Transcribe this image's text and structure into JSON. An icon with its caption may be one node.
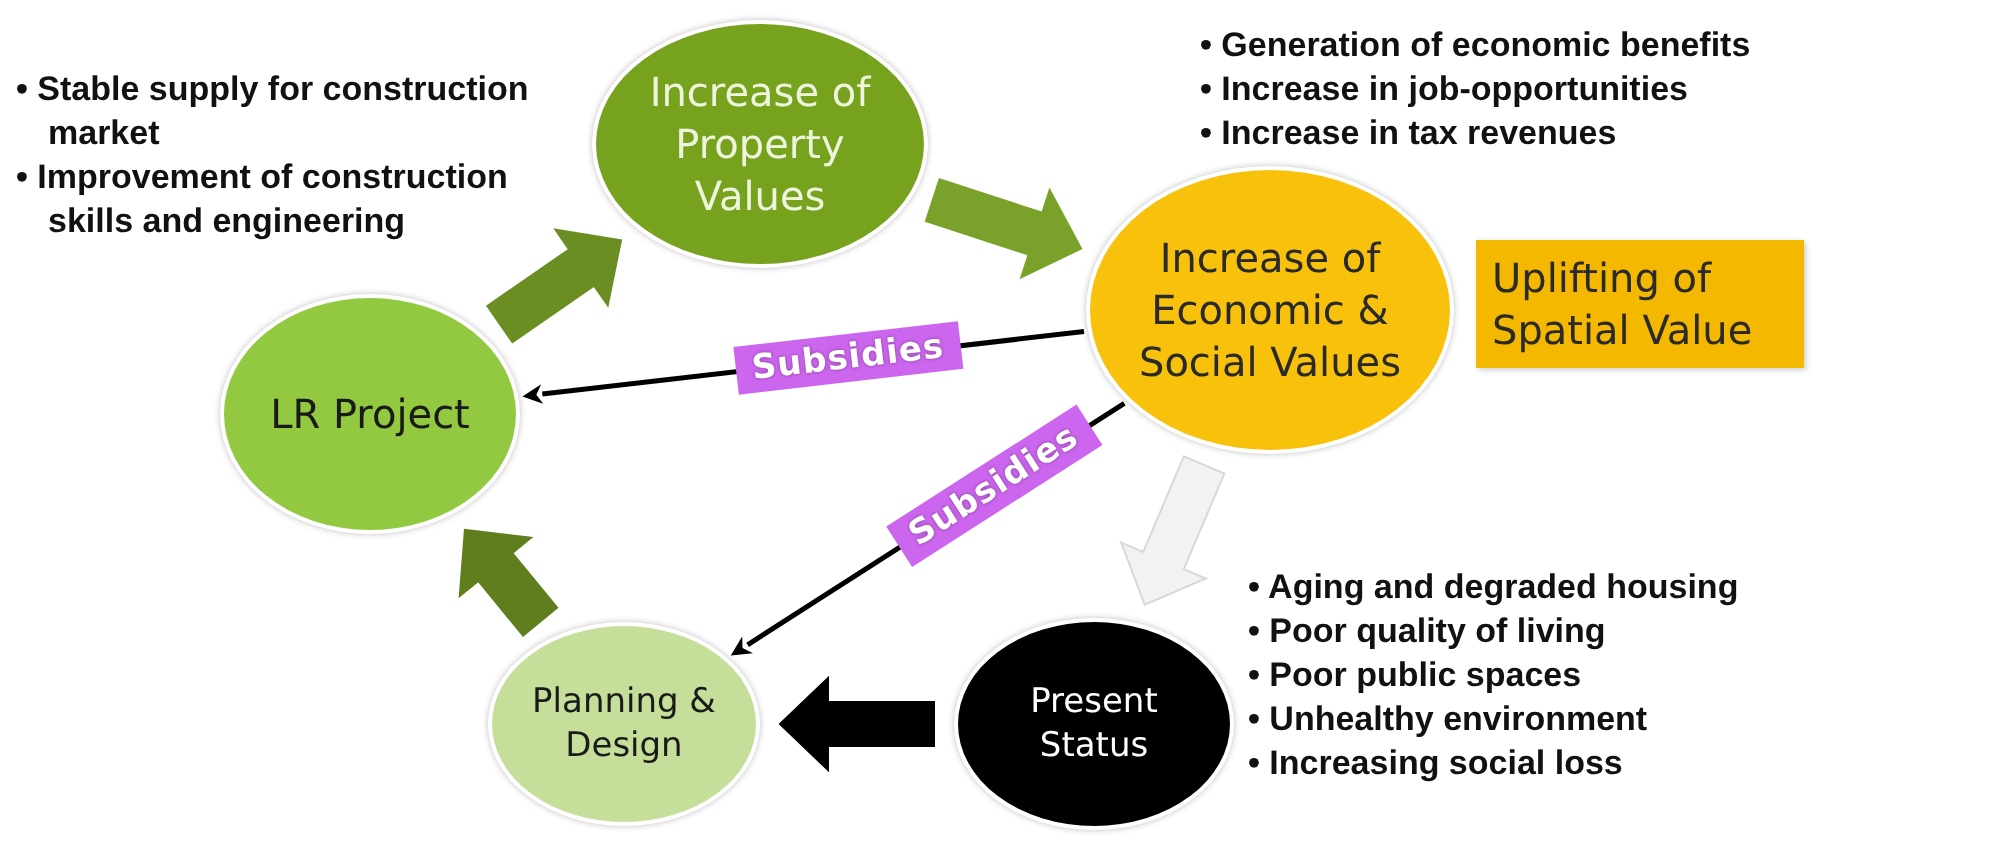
{
  "diagram": {
    "nodes": [
      {
        "text": [
          "LR Project"
        ],
        "beside": [
          "• Stable supply for construction market",
          "• Improvement of construction skills and engineering"
        ]
      },
      {
        "text": [
          "Increase of Property Values"
        ]
      },
      {
        "text": [
          "Increase of Economic & Social Values"
        ],
        "beside": [
          "• Generation of economic benefits",
          "• Increase in job-opportunities",
          "• Increase in tax revenues"
        ]
      },
      {
        "text": [
          "Uplifting of Spatial Value"
        ]
      },
      {
        "text": [
          "Planning & Design"
        ]
      },
      {
        "text": [
          "Present Status"
        ],
        "beside": [
          "• Aging and degraded housing",
          "• Poor quality of living",
          "• Poor public spaces",
          "• Unhealthy environment",
          "• Increasing social loss"
        ]
      }
    ],
    "edges": [
      {
        "from": 0,
        "to": 1,
        "arrow": "to",
        "style": "thick",
        "color": "#6b8e23"
      },
      {
        "from": 1,
        "to": 2,
        "arrow": "to",
        "style": "thick",
        "color": "#7aa22a"
      },
      {
        "from": 2,
        "to": 0,
        "arrow": "to",
        "label": "Subsidies"
      },
      {
        "from": 2,
        "to": 4,
        "arrow": "to",
        "label": "Subsidies"
      },
      {
        "from": 5,
        "to": 4,
        "arrow": "to",
        "style": "thick"
      },
      {
        "from": 4,
        "to": 0,
        "arrow": "to",
        "style": "thick",
        "color": "#5f7f1e"
      },
      {
        "from": 2,
        "to": 5,
        "arrow": "to",
        "style": "thick",
        "color": "#f2f2f2"
      }
    ]
  }
}
